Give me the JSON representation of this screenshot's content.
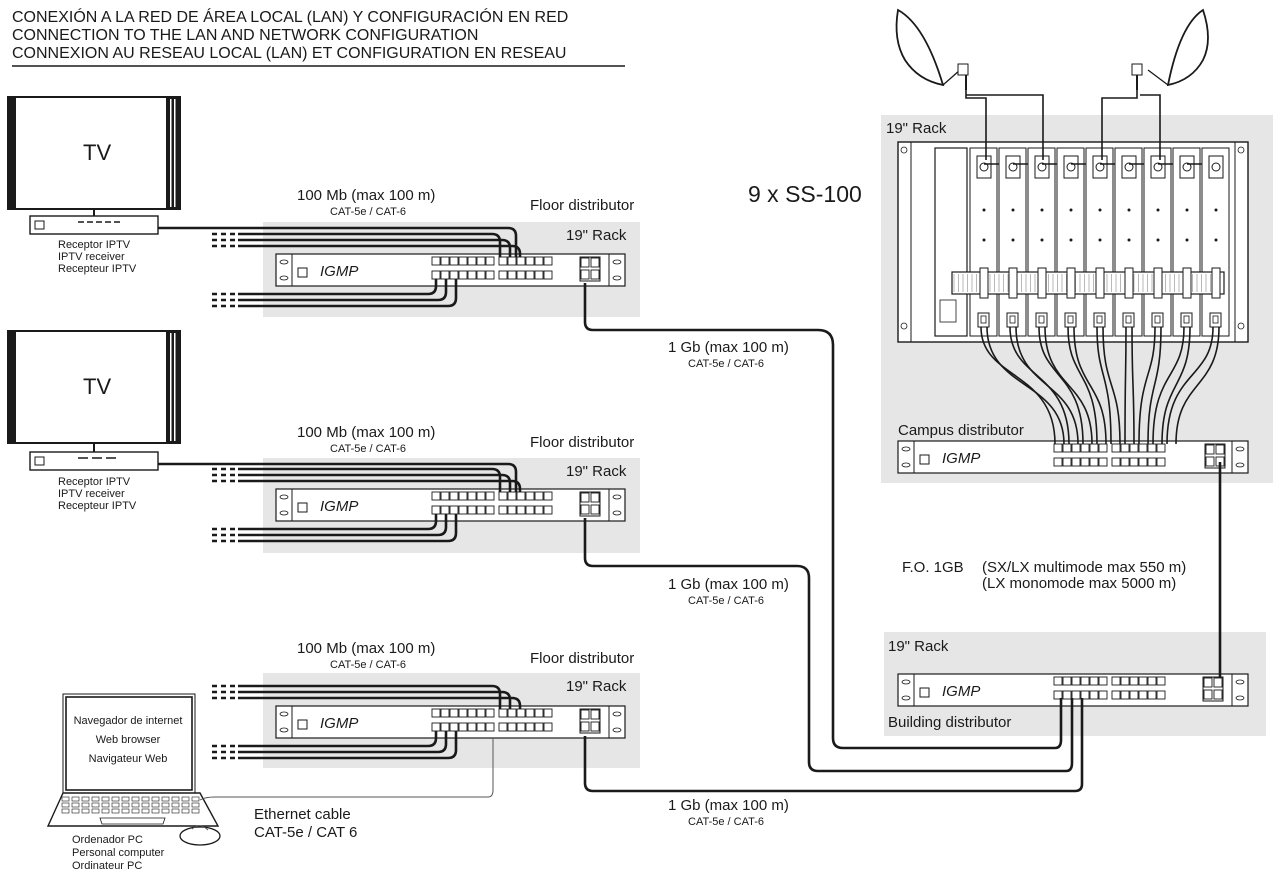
{
  "title": {
    "line1": "CONEXIÓN A LA RED DE ÁREA LOCAL (LAN) Y CONFIGURACIÓN EN RED",
    "line2": "CONNECTION TO THE LAN AND NETWORK CONFIGURATION",
    "line3": "CONNEXION AU RESEAU LOCAL (LAN) ET CONFIGURATION EN RESEAU"
  },
  "tv_label": "TV",
  "receiver": {
    "line1": "Receptor IPTV",
    "line2": "IPTV receiver",
    "line3": "Recepteur IPTV"
  },
  "floors": [
    {
      "speed": "100 Mb (max 100 m)",
      "cable": "CAT-5e / CAT-6",
      "distributor": "Floor distributor",
      "rack": "19\" Rack",
      "switch": "IGMP",
      "uplink_speed": "1 Gb (max 100 m)",
      "uplink_cable": "CAT-5e / CAT-6"
    },
    {
      "speed": "100 Mb (max 100 m)",
      "cable": "CAT-5e / CAT-6",
      "distributor": "Floor distributor",
      "rack": "19\" Rack",
      "switch": "IGMP",
      "uplink_speed": "1 Gb (max 100 m)",
      "uplink_cable": "CAT-5e / CAT-6"
    },
    {
      "speed": "100 Mb (max 100 m)",
      "cable": "CAT-5e / CAT-6",
      "distributor": "Floor distributor",
      "rack": "19\" Rack",
      "switch": "IGMP",
      "uplink_speed": "1 Gb (max 100 m)",
      "uplink_cable": "CAT-5e / CAT-6"
    }
  ],
  "headend": {
    "model_count": "9 x SS-100",
    "rack": "19\" Rack",
    "campus_distributor": "Campus distributor",
    "switch": "IGMP"
  },
  "fiber": {
    "label": "F.O. 1GB",
    "line1": "(SX/LX   multimode max 550 m)",
    "line2": "(LX        monomode max 5000 m)"
  },
  "building": {
    "rack": "19\" Rack",
    "switch": "IGMP",
    "distributor": "Building distributor"
  },
  "pc": {
    "screen_line1": "Navegador de internet",
    "screen_line2": "Web browser",
    "screen_line3": "Navigateur Web",
    "label_line1": "Ordenador PC",
    "label_line2": "Personal computer",
    "label_line3": "Ordinateur PC"
  },
  "ethernet": {
    "line1": "Ethernet cable",
    "line2": "CAT-5e / CAT 6"
  }
}
